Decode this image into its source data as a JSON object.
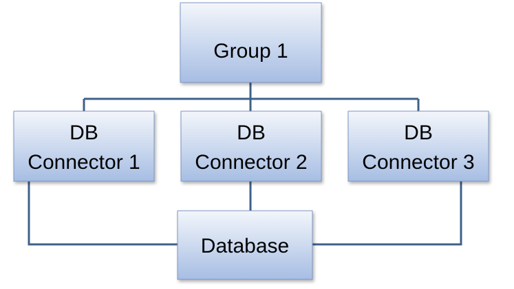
{
  "nodes": {
    "group": {
      "label": "Group 1"
    },
    "connector_1": {
      "line1": "DB",
      "line2": "Connector 1"
    },
    "connector_2": {
      "line1": "DB",
      "line2": "Connector 2"
    },
    "connector_3": {
      "line1": "DB",
      "line2": "Connector 3"
    },
    "database": {
      "label": "Database"
    }
  },
  "colors": {
    "box_fill_top": "#f3f6fb",
    "box_fill_bottom": "#a6bde3",
    "box_border": "#7e97c4",
    "line": "#3d6189"
  }
}
